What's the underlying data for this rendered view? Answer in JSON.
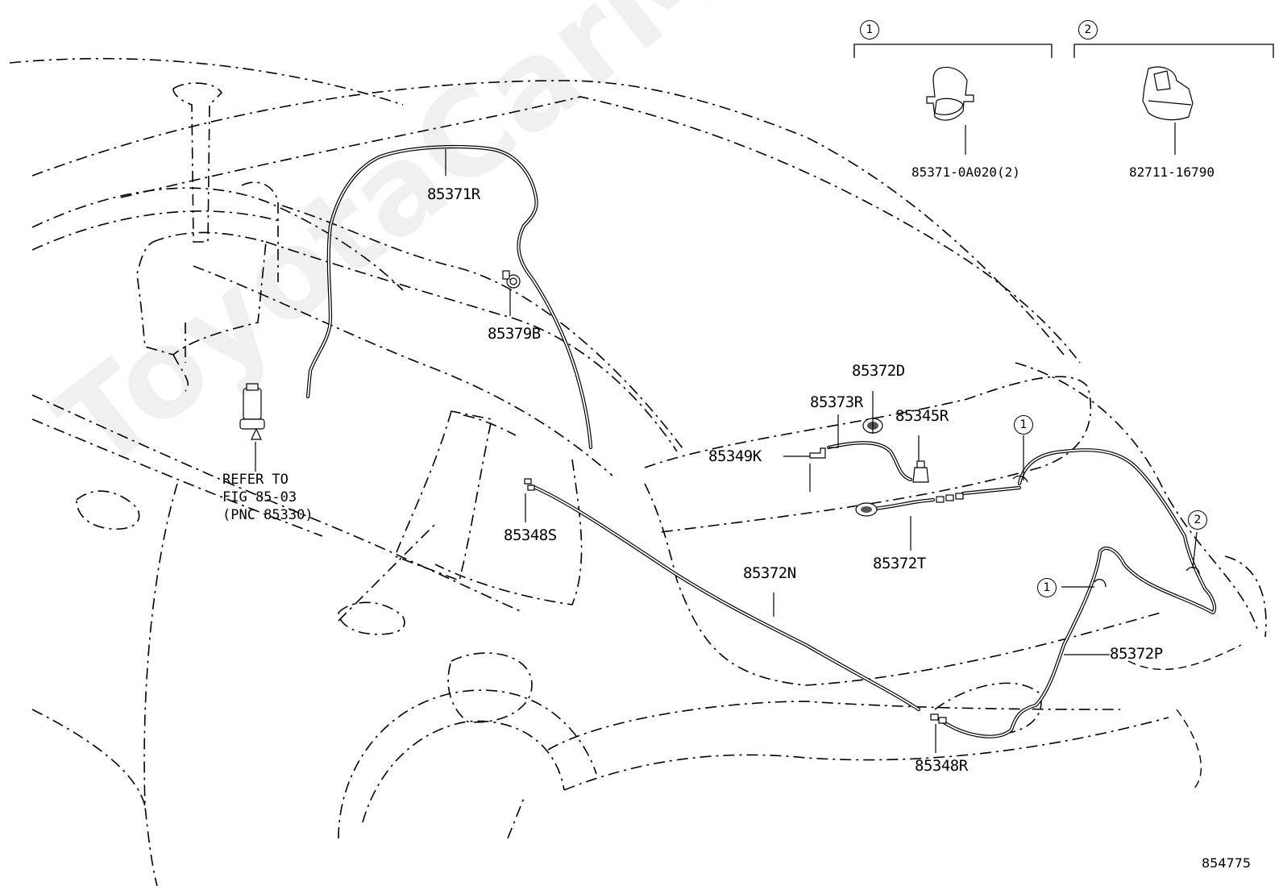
{
  "diagram": {
    "watermark": "ToyotaCarMine.ru",
    "figure_number": "854775",
    "callouts": {
      "one": "1",
      "two": "2"
    },
    "detail_1": {
      "part_number": "85371-0A020(2)"
    },
    "detail_2": {
      "part_number": "82711-16790"
    },
    "refer_note": {
      "line1": "REFER TO",
      "line2": "FIG 85-03",
      "line3": "(PNC 85330)"
    },
    "labels": {
      "p85371R": "85371R",
      "p85379B": "85379B",
      "p85372D": "85372D",
      "p85373R": "85373R",
      "p85345R": "85345R",
      "p85349K": "85349K",
      "p85348S": "85348S",
      "p85372T": "85372T",
      "p85372N": "85372N",
      "p85372P": "85372P",
      "p85348R": "85348R"
    }
  }
}
